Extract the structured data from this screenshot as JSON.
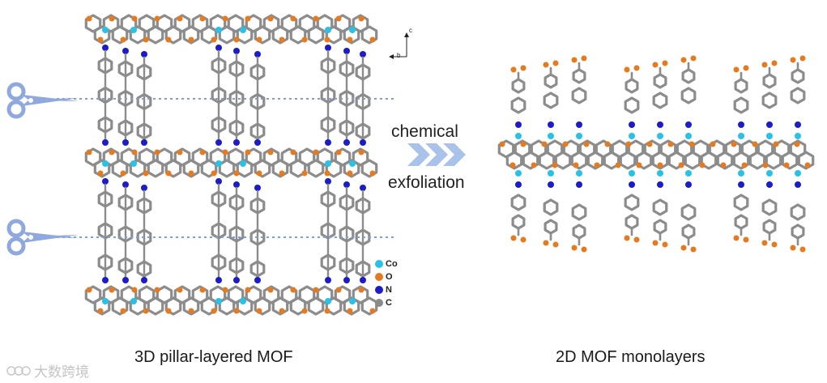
{
  "captions": {
    "left": "3D pillar-layered MOF",
    "right": "2D MOF monolayers"
  },
  "process": {
    "line1": "chemical",
    "line2": "exfoliation"
  },
  "legend": [
    {
      "label": "Co",
      "color": "#29c1e6"
    },
    {
      "label": "O",
      "color": "#e67a1e"
    },
    {
      "label": "N",
      "color": "#1c1cc8"
    },
    {
      "label": "C",
      "color": "#8a8a8a"
    }
  ],
  "axes": {
    "c": "c",
    "b": "b"
  },
  "watermark": {
    "text": "大数跨境"
  },
  "colors": {
    "carbon": "#8c8c8c",
    "carbon_dark": "#5e5e5e",
    "oxygen": "#e67a1e",
    "nitrogen": "#1c1cc8",
    "cobalt": "#29c1e6",
    "arrow": "#a9c2ea",
    "cut_line": "#7f9fd6",
    "scissors": "#8fa9de"
  }
}
